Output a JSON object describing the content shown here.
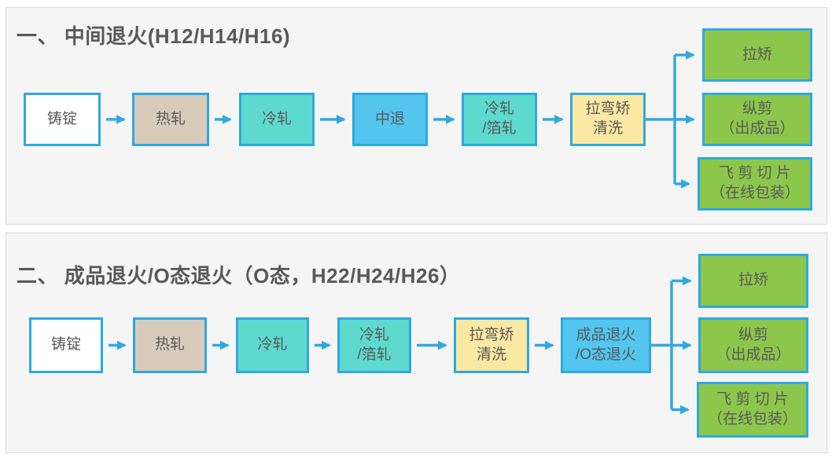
{
  "colors": {
    "arrow_blue": "#2ea9e0",
    "box_border_blue": "#2ea9e0",
    "fill_white": "#ffffff",
    "fill_tan": "#d8cbbb",
    "fill_teal": "#5ed9ce",
    "fill_blue": "#53c6f0",
    "fill_yellow": "#fbe8a2",
    "fill_green": "#8cc74b",
    "panel_background": "#f5f5f6",
    "panel_border": "#d9d9d9",
    "text_gray": "#595959"
  },
  "panels": [
    {
      "title": "一、 中间退火(H12/H14/H16)",
      "flow": [
        {
          "label": "铸锭",
          "type": "white"
        },
        {
          "label": "热轧",
          "type": "tan"
        },
        {
          "label": "冷轧",
          "type": "teal"
        },
        {
          "label": "中退",
          "type": "blue"
        },
        {
          "label": "冷轧\n/箔轧",
          "type": "teal"
        },
        {
          "label": "拉弯矫\n清洗",
          "type": "yellow"
        }
      ],
      "outputs": [
        {
          "label": "拉矫",
          "type": "green"
        },
        {
          "label": "纵剪\n（出成品）",
          "type": "green"
        },
        {
          "label": "飞 剪 切 片\n（在线包装）",
          "type": "green"
        }
      ]
    },
    {
      "title": "二、 成品退火/O态退火（O态，H22/H24/H26）",
      "flow": [
        {
          "label": "铸锭",
          "type": "white"
        },
        {
          "label": "热轧",
          "type": "tan"
        },
        {
          "label": "冷轧",
          "type": "teal"
        },
        {
          "label": "冷轧\n/箔轧",
          "type": "teal"
        },
        {
          "label": "拉弯矫\n清洗",
          "type": "yellow"
        },
        {
          "label": "成品退火\n/O态退火",
          "type": "blue"
        }
      ],
      "outputs": [
        {
          "label": "拉矫",
          "type": "green"
        },
        {
          "label": "纵剪\n（出成品）",
          "type": "green"
        },
        {
          "label": "飞 剪 切 片\n（在线包装）",
          "type": "green"
        }
      ]
    }
  ]
}
